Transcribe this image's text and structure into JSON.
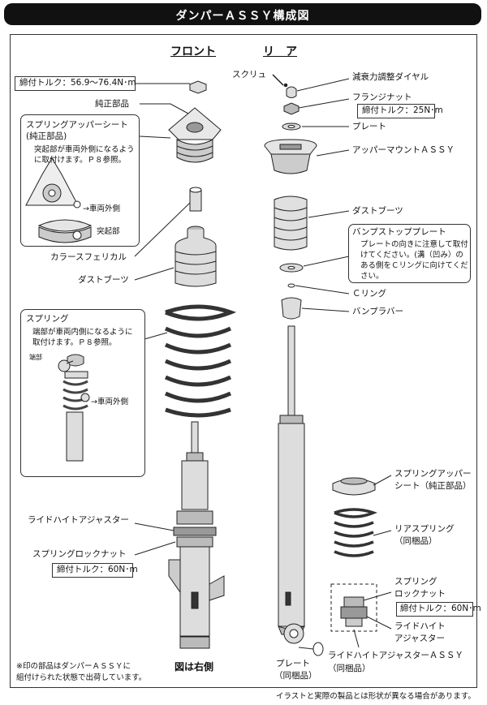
{
  "header_title": "ダンパーＡＳＳＹ構成図",
  "section_front": "フロント",
  "section_rear": "リ　ア",
  "front": {
    "torque_top": "締付トルク：56.9〜76.4N･m",
    "genuine_part": "純正部品",
    "spring_upper_seat_title": "スプリングアッパーシート",
    "spring_upper_seat_sub": "(純正部品)",
    "spring_upper_seat_note1": "突起部が車両外側になるよう",
    "spring_upper_seat_note2": "に取付けます。Ｐ８参照。",
    "outer_side_label": "→車両外側",
    "protrusion_label": "突起部",
    "collar": "カラースフェリカル",
    "dust_boot": "ダストブーツ",
    "spring_title": "スプリング",
    "spring_note1": "端部が車両内側になるように",
    "spring_note2": "取付けます。Ｐ８参照。",
    "end_label": "端部",
    "outer_side_label2": "→車両外側",
    "ride_height_adjuster": "ライドハイトアジャスター",
    "spring_lock_nut": "スプリングロックナット",
    "torque_lock": "締付トルク：60N･m"
  },
  "rear": {
    "screw": "スクリュ",
    "damping_dial": "減衰力調整ダイヤル",
    "flange_nut": "フランジナット",
    "torque_flange": "締付トルク：25N･m",
    "plate": "プレート",
    "upper_mount": "アッパーマウントＡＳＳＹ",
    "dust_boot": "ダストブーツ",
    "bump_stop_title": "バンプストッププレート",
    "bump_stop_note1": "プレートの向きに注意して取付",
    "bump_stop_note2": "けてください。(溝（凹み）の",
    "bump_stop_note3": "ある側をＣリングに向けてくだ",
    "bump_stop_note4": "さい。",
    "c_ring": "Ｃリング",
    "bump_rubber": "バンプラバー",
    "spring_upper_seat1": "スプリングアッパー",
    "spring_upper_seat2": "シート（純正部品）",
    "rear_spring1": "リアスプリング",
    "rear_spring2": "（同梱品）",
    "spring_lock_nut1": "スプリング",
    "spring_lock_nut2": "ロックナット",
    "torque_lock": "締付トルク：60N･m",
    "ride_height1": "ライドハイト",
    "ride_height2": "アジャスター",
    "plate_bottom1": "プレート",
    "plate_bottom2": "（同梱品）",
    "ride_height_assy1": "ライドハイトアジャスターＡＳＳＹ",
    "ride_height_assy2": "（同梱品）"
  },
  "mark": "※",
  "footnote1": "※印の部品はダンパーＡＳＳＹに",
  "footnote2": "組付けられた状態で出荷しています。",
  "right_side_label": "図は右側",
  "disclaimer": "イラストと実際の製品とは形状が異なる場合があります。"
}
